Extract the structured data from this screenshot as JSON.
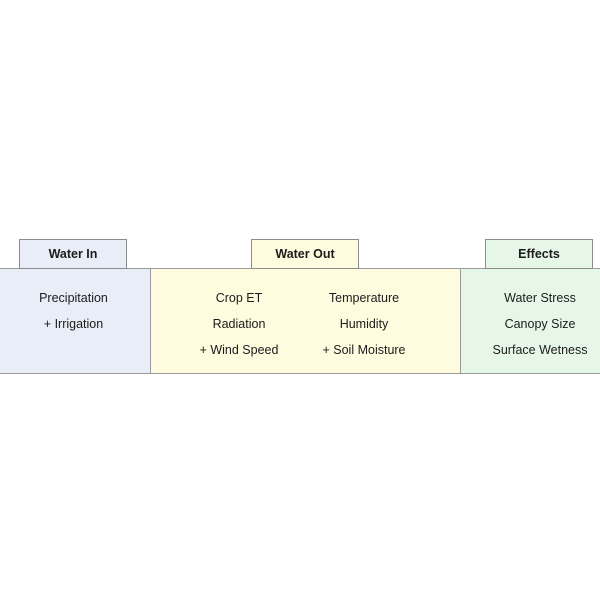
{
  "categories": {
    "water_in": {
      "label": "Water In",
      "items": [
        "Precipitation",
        "+ Irrigation"
      ],
      "color": "#e8edf7"
    },
    "water_out": {
      "label": "Water Out",
      "items_col1": [
        "Crop ET",
        "Radiation",
        "+ Wind Speed"
      ],
      "items_col2": [
        "Temperature",
        "Humidity",
        "+ Soil Moisture"
      ],
      "color": "#fefbdf"
    },
    "effects": {
      "label": "Effects",
      "items": [
        "Water Stress",
        "Canopy Size",
        "Surface Wetness"
      ],
      "color": "#e6f7e8"
    }
  }
}
